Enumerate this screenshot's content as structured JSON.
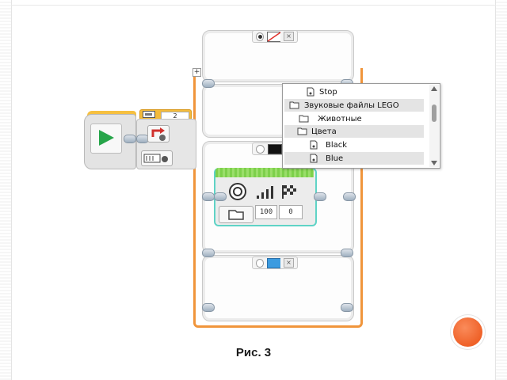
{
  "caption": "Рис. 3",
  "switch": {
    "header_value": "2",
    "cases": [
      {
        "selected": true,
        "icon": "no-color-icon"
      },
      {
        "selected": false,
        "icon": "black-color-icon"
      },
      {
        "selected": false,
        "icon": "blue-color-icon"
      }
    ]
  },
  "sound_block": {
    "volume": "100",
    "play_type": "0"
  },
  "dropdown": {
    "items": [
      {
        "label": "Stop",
        "type": "file-icon"
      },
      {
        "label": "Звуковые файлы LEGO",
        "type": "folder-open-icon"
      },
      {
        "label": "Животные",
        "type": "folder-icon"
      },
      {
        "label": "Цвета",
        "type": "folder-open-icon"
      },
      {
        "label": "Black",
        "type": "file-icon"
      },
      {
        "label": "Blue",
        "type": "file-icon"
      }
    ]
  },
  "colors": {
    "accent_orange": "#f0953b",
    "block_green": "#7dd04b",
    "block_teal": "#5fd3c6"
  }
}
